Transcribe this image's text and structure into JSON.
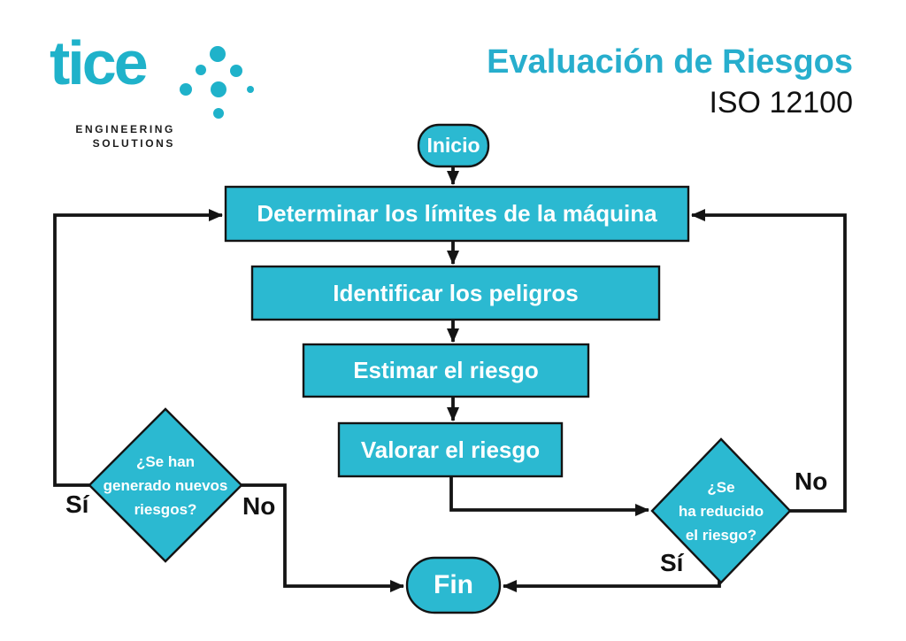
{
  "header": {
    "brand": "tice",
    "brand_sub_line1": "ENGINEERING",
    "brand_sub_line2": "SOLUTIONS",
    "title": "Evaluación de Riesgos",
    "subtitle": "ISO 12100"
  },
  "colors": {
    "shape_fill": "#2bb9d1",
    "logo_accent": "#1fb2ca",
    "title_accent": "#27aecd",
    "line_color": "#141414",
    "node_text": "#ffffff",
    "branch_text": "#111111"
  },
  "flowchart": {
    "start_label": "Inicio",
    "steps": [
      "Determinar los límites de la máquina",
      "Identificar los peligros",
      "Estimar el riesgo",
      "Valorar el riesgo"
    ],
    "left_decision": {
      "line1": "¿Se han",
      "line2": "generado nuevos",
      "line3": "riesgos?",
      "yes_label": "Sí",
      "no_label": "No"
    },
    "right_decision": {
      "line1": "¿Se",
      "line2": "ha reducido",
      "line3": "el riesgo?",
      "yes_label": "Sí",
      "no_label": "No"
    },
    "end_label": "Fin"
  }
}
